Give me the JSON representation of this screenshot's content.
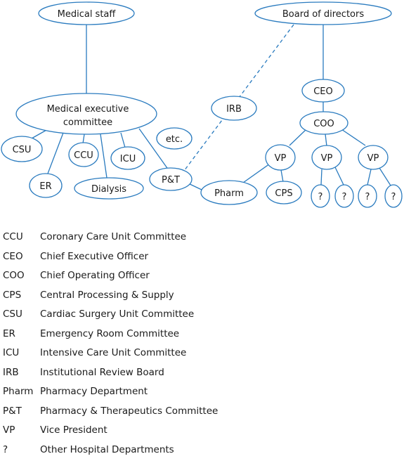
{
  "diagram": {
    "nodes": {
      "medical_staff": "Medical staff",
      "board": "Board of directors",
      "mec_line1": "Medical executive",
      "mec_line2": "committee",
      "irb": "IRB",
      "ceo": "CEO",
      "coo": "COO",
      "csu": "CSU",
      "er": "ER",
      "ccu": "CCU",
      "dialysis": "Dialysis",
      "icu": "ICU",
      "etc": "etc.",
      "pt": "P&T",
      "pharm": "Pharm",
      "vp1": "VP",
      "vp2": "VP",
      "vp3": "VP",
      "cps": "CPS",
      "q1": "?",
      "q2": "?",
      "q3": "?",
      "q4": "?"
    }
  },
  "legend": [
    {
      "abbr": "CCU",
      "meaning": "Coronary Care Unit Committee"
    },
    {
      "abbr": "CEO",
      "meaning": "Chief Executive Officer"
    },
    {
      "abbr": "COO",
      "meaning": "Chief Operating Officer"
    },
    {
      "abbr": "CPS",
      "meaning": "Central Processing & Supply"
    },
    {
      "abbr": "CSU",
      "meaning": "Cardiac Surgery Unit Committee"
    },
    {
      "abbr": "ER",
      "meaning": "Emergency Room Committee"
    },
    {
      "abbr": "ICU",
      "meaning": "Intensive Care Unit Committee"
    },
    {
      "abbr": "IRB",
      "meaning": "Institutional Review Board"
    },
    {
      "abbr": "Pharm",
      "meaning": "Pharmacy Department"
    },
    {
      "abbr": "P&T",
      "meaning": "Pharmacy & Therapeutics Committee"
    },
    {
      "abbr": "VP",
      "meaning": "Vice President"
    },
    {
      "abbr": "?",
      "meaning": "Other Hospital Departments"
    }
  ]
}
